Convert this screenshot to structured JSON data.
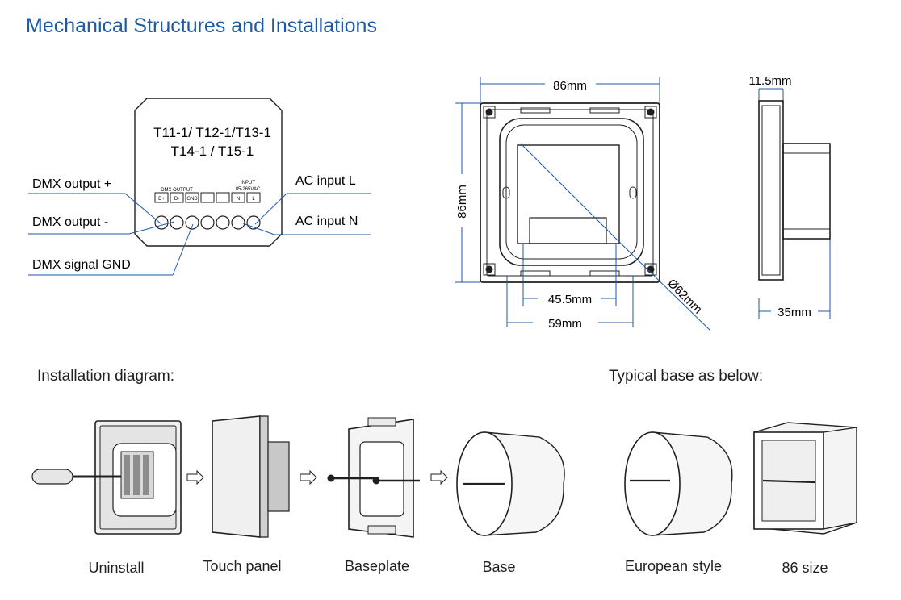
{
  "title": "Mechanical Structures and Installations",
  "wiring": {
    "model_line1": "T11-1/ T12-1/T13-1",
    "model_line2": "T14-1 / T15-1",
    "dmx_output_title": "DMX OUTPUT",
    "input_title": "INPUT",
    "input_voltage": "85-265VAC",
    "terminals": [
      "D+",
      "D-",
      "GND",
      "",
      "",
      "N",
      "L"
    ],
    "label_dmx_plus": "DMX output +",
    "label_dmx_minus": "DMX output -",
    "label_dmx_gnd": "DMX signal GND",
    "label_ac_l": "AC input  L",
    "label_ac_n": "AC input N"
  },
  "dimensions": {
    "width": "86mm",
    "height": "86mm",
    "inner_width": "45.5mm",
    "mount_width": "59mm",
    "diameter": "Ø62mm",
    "front_depth": "11.5mm",
    "total_depth": "35mm"
  },
  "installation": {
    "heading": "Installation diagram:",
    "steps": [
      "Uninstall",
      "Touch panel",
      "Baseplate",
      "Base"
    ]
  },
  "typical_base": {
    "heading": "Typical base as below:",
    "items": [
      "European style",
      "86 size"
    ]
  }
}
